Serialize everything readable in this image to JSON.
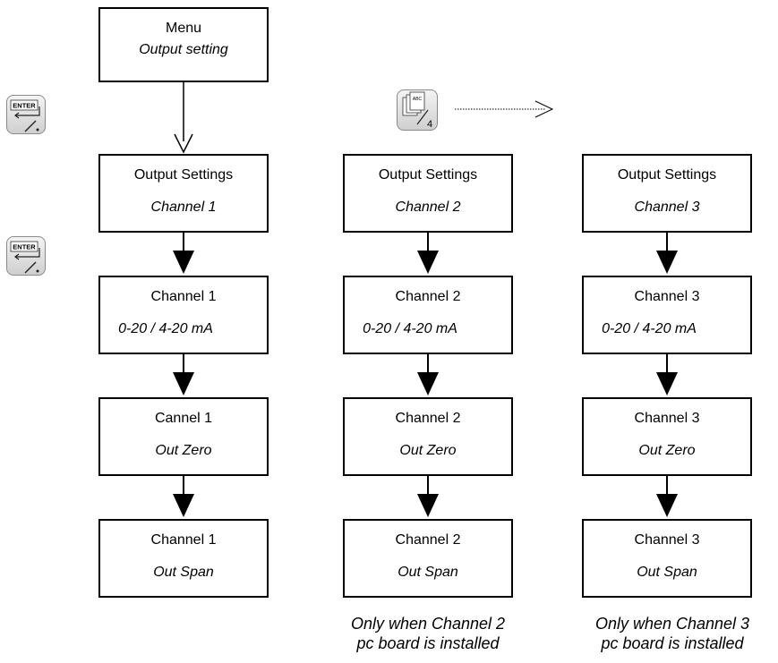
{
  "menu": {
    "title": "Menu",
    "subtitle": "Output setting"
  },
  "keys": {
    "enter_label": "ENTER",
    "page_label": "4",
    "page_small_label": "ABC"
  },
  "columns": [
    {
      "settings": {
        "title": "Output Settings",
        "subtitle": "Channel 1"
      },
      "range": {
        "title": "Channel 1",
        "subtitle": "0-20 / 4-20 mA"
      },
      "zero": {
        "title": "Cannel 1",
        "subtitle": "Out Zero"
      },
      "span": {
        "title": "Channel 1",
        "subtitle": "Out Span"
      }
    },
    {
      "settings": {
        "title": "Output Settings",
        "subtitle": "Channel 2"
      },
      "range": {
        "title": "Channel 2",
        "subtitle": "0-20 / 4-20 mA"
      },
      "zero": {
        "title": "Channel 2",
        "subtitle": "Out Zero"
      },
      "span": {
        "title": "Channel 2",
        "subtitle": "Out Span"
      },
      "note_line1": "Only when Channel 2",
      "note_line2": "pc board is installed"
    },
    {
      "settings": {
        "title": "Output Settings",
        "subtitle": "Channel 3"
      },
      "range": {
        "title": "Channel 3",
        "subtitle": "0-20 / 4-20 mA"
      },
      "zero": {
        "title": "Channel 3",
        "subtitle": "Out Zero"
      },
      "span": {
        "title": "Channel 3",
        "subtitle": "Out Span"
      },
      "note_line1": "Only when Channel 3",
      "note_line2": "pc board is installed"
    }
  ]
}
